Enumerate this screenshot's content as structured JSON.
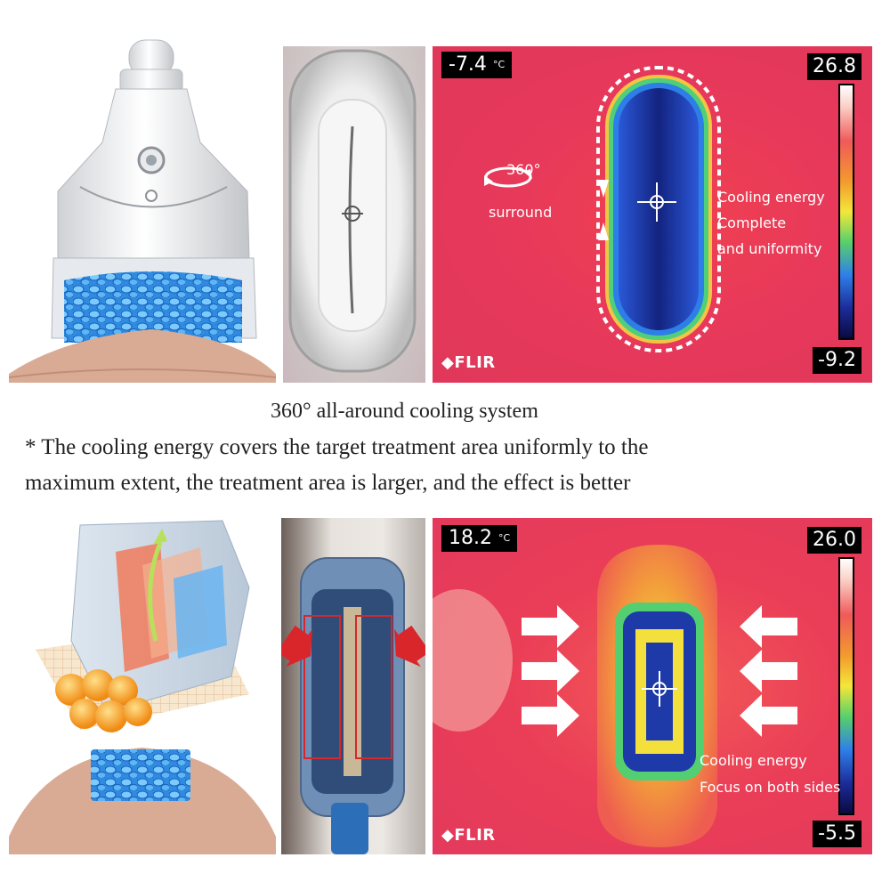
{
  "top": {
    "thermal": {
      "min_temp": "-7.4",
      "unit": "°C",
      "scale_max": "26.8",
      "scale_min": "-9.2",
      "rotation_label": "360°",
      "rotation_caption": "surround",
      "note_lines": [
        "Cooling energy",
        "Complete",
        "and uniformity"
      ],
      "brand": "FLIR"
    }
  },
  "caption": {
    "title": "360° all-around cooling system",
    "line1": "* The cooling energy covers the target treatment area uniformly to the",
    "line2": "maximum extent, the treatment area is larger, and the effect is better"
  },
  "bottom": {
    "thermal": {
      "min_temp": "18.2",
      "unit": "°C",
      "scale_max": "26.0",
      "scale_min": "-5.5",
      "note_lines": [
        "Cooling energy",
        "Focus on both sides"
      ],
      "brand": "FLIR"
    }
  },
  "colors": {
    "thermal_background": "#e63a58",
    "cold_core": "#1c2f9a",
    "cells_blue": "#3aa2ea",
    "arrow_red": "#d8262b"
  }
}
